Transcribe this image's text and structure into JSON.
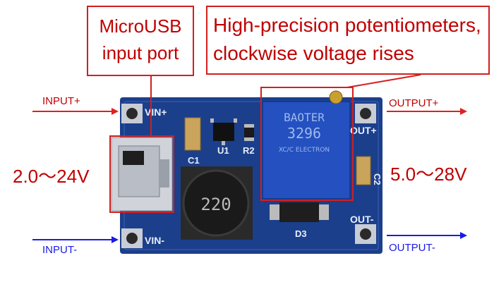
{
  "callouts": {
    "microusb": {
      "line1": "MicroUSB",
      "line2": "input port"
    },
    "potentiometer": {
      "line1": "High-precision potentiometers,",
      "line2": "clockwise voltage rises"
    }
  },
  "io_labels": {
    "input_plus": "INPUT+",
    "input_minus": "INPUT-",
    "output_plus": "OUTPUT+",
    "output_minus": "OUTPUT-"
  },
  "ranges": {
    "input": "2.0～24V",
    "output": "5.0～28V"
  },
  "board": {
    "pad_vin_plus": "VIN+",
    "pad_vin_minus": "VIN-",
    "pad_out_plus": "OUT+",
    "pad_out_minus": "OUT-",
    "c1": "C1",
    "c2": "C2",
    "u1": "U1",
    "r2": "R2",
    "d3": "D3",
    "inductor": "220",
    "pot_brand": "BAOTER",
    "pot_model": "3296",
    "pot_sub": "XC/C ELECTRON"
  },
  "colors": {
    "annotation_red": "#d21f1f",
    "arrow_blue": "#1a1ae6",
    "pcb_blue": "#1c3f8c",
    "pot_blue": "#2450c0"
  }
}
